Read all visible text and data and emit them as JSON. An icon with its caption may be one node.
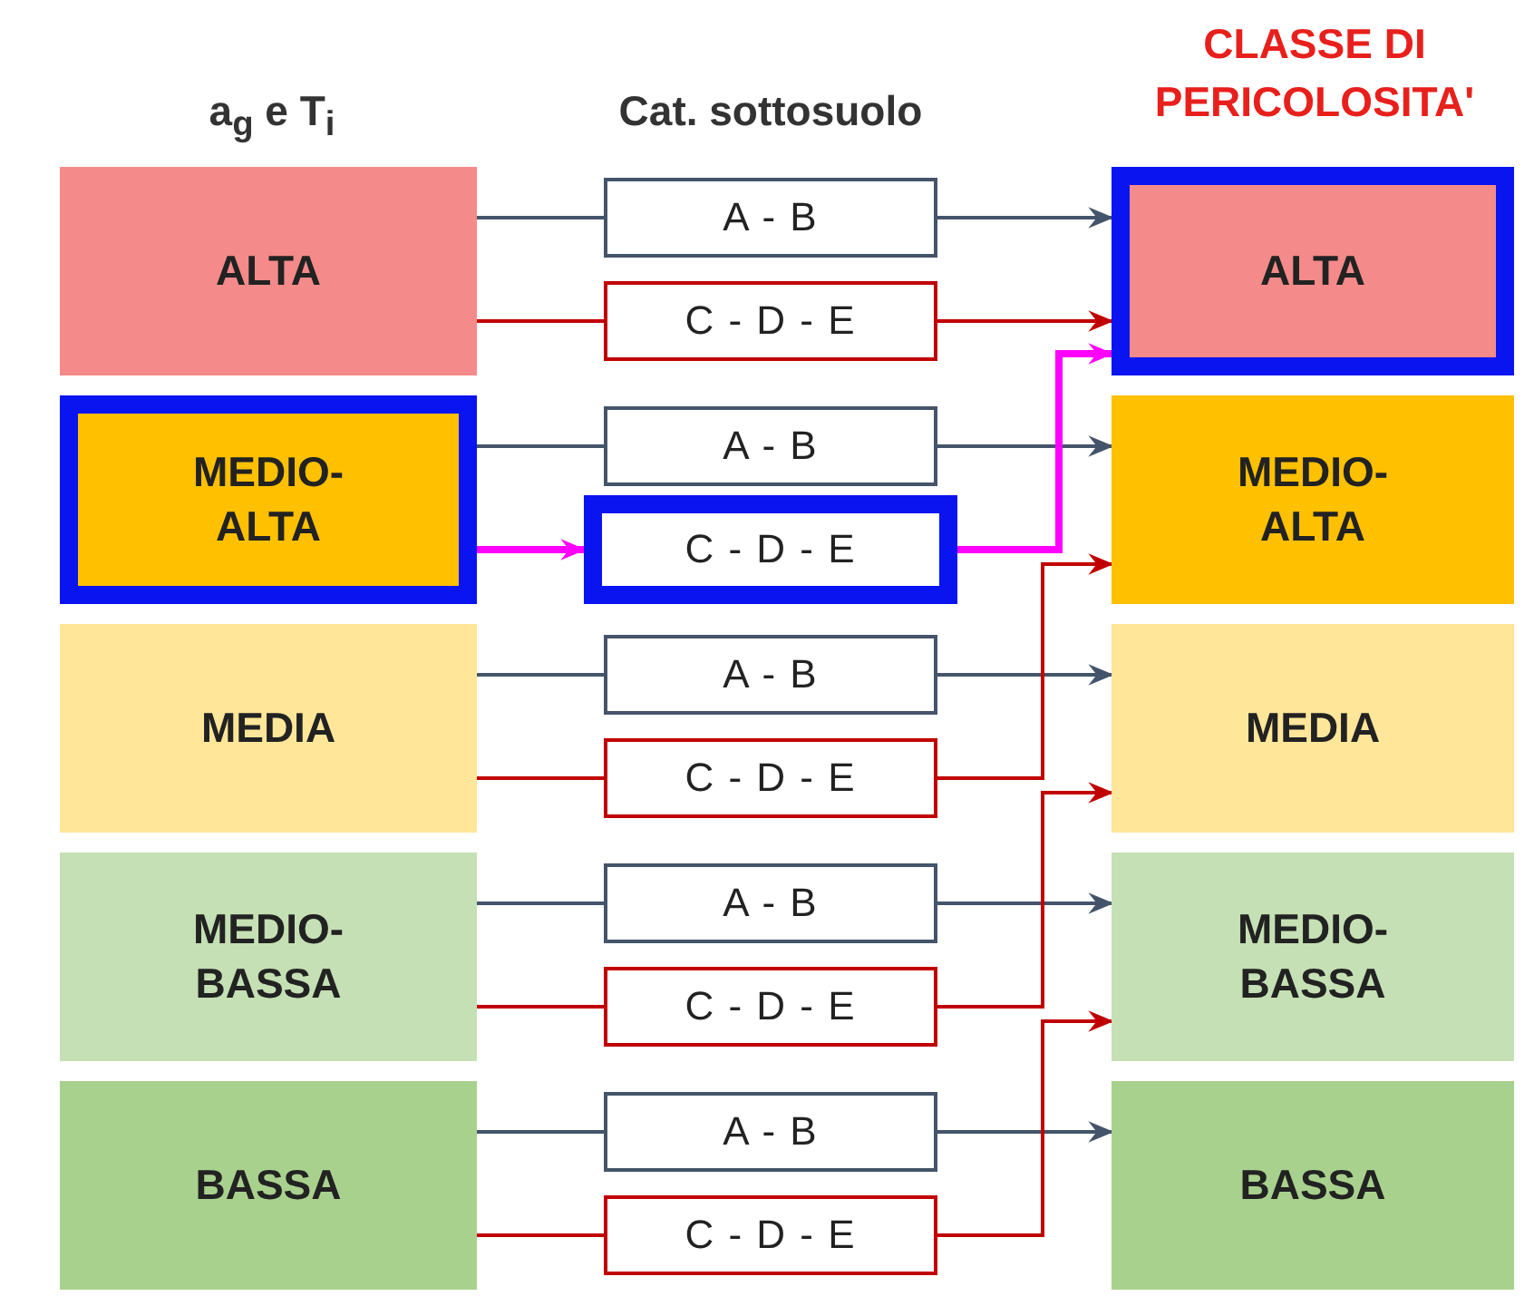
{
  "diagram": {
    "nodes": [
      {
        "text": [
          "ALTA"
        ]
      },
      {
        "text": [
          "MEDIO- ALTA"
        ]
      },
      {
        "text": [
          "MEDIA"
        ]
      },
      {
        "text": [
          "MEDIO- BASSA"
        ]
      },
      {
        "text": [
          "BASSA"
        ]
      },
      {
        "text": [
          "A - B"
        ]
      },
      {
        "text": [
          "C - D - E"
        ]
      },
      {
        "text": [
          "A - B"
        ]
      },
      {
        "text": [
          "C - D - E"
        ]
      },
      {
        "text": [
          "A - B"
        ]
      },
      {
        "text": [
          "C - D - E"
        ]
      },
      {
        "text": [
          "A - B"
        ]
      },
      {
        "text": [
          "C - D - E"
        ]
      },
      {
        "text": [
          "A - B"
        ]
      },
      {
        "text": [
          "C - D - E"
        ]
      },
      {
        "text": [
          "ALTA"
        ]
      },
      {
        "text": [
          "MEDIO- ALTA"
        ]
      },
      {
        "text": [
          "MEDIA"
        ]
      },
      {
        "text": [
          "MEDIO- BASSA"
        ]
      },
      {
        "text": [
          "BASSA"
        ]
      }
    ],
    "edges": [
      {
        "from": 0,
        "to": 5,
        "arrow": "none"
      },
      {
        "from": 0,
        "to": 6,
        "arrow": "none",
        "color": "#c00000"
      },
      {
        "from": 1,
        "to": 7,
        "arrow": "none"
      },
      {
        "from": 1,
        "to": 8,
        "arrow": "to",
        "style": "thick",
        "color": "#ff00ff"
      },
      {
        "from": 2,
        "to": 9,
        "arrow": "none"
      },
      {
        "from": 2,
        "to": 10,
        "arrow": "none",
        "color": "#c00000"
      },
      {
        "from": 3,
        "to": 11,
        "arrow": "none"
      },
      {
        "from": 3,
        "to": 12,
        "arrow": "none",
        "color": "#c00000"
      },
      {
        "from": 4,
        "to": 13,
        "arrow": "none"
      },
      {
        "from": 4,
        "to": 14,
        "arrow": "none",
        "color": "#c00000"
      },
      {
        "from": 5,
        "to": 15,
        "arrow": "to"
      },
      {
        "from": 6,
        "to": 15,
        "arrow": "to",
        "color": "#c00000"
      },
      {
        "from": 7,
        "to": 16,
        "arrow": "to"
      },
      {
        "from": 8,
        "to": 15,
        "arrow": "to",
        "style": "thick",
        "color": "#ff00ff"
      },
      {
        "from": 9,
        "to": 17,
        "arrow": "to"
      },
      {
        "from": 10,
        "to": 16,
        "arrow": "to",
        "color": "#c00000"
      },
      {
        "from": 11,
        "to": 18,
        "arrow": "to"
      },
      {
        "from": 12,
        "to": 17,
        "arrow": "to",
        "color": "#c00000"
      },
      {
        "from": 13,
        "to": 19,
        "arrow": "to"
      },
      {
        "from": 14,
        "to": 18,
        "arrow": "to",
        "color": "#c00000"
      }
    ],
    "labels": [
      "CLASSE DI PERICOLOSITA'",
      "a$_{g}$ e T$_{i}$",
      "Cat. sottosuolo"
    ]
  }
}
